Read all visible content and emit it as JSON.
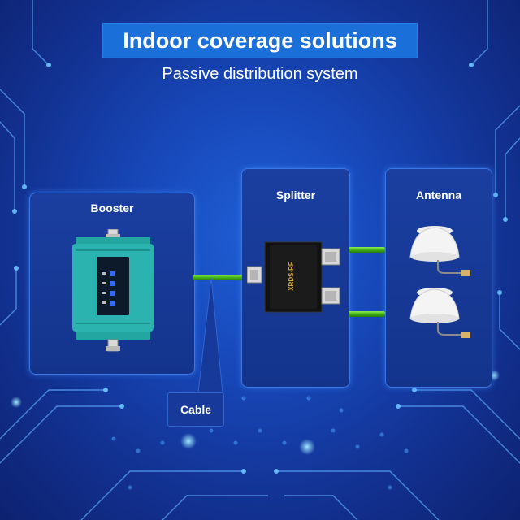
{
  "header": {
    "title": "Indoor coverage solutions",
    "subtitle": "Passive distribution system"
  },
  "panels": {
    "booster": {
      "label": "Booster"
    },
    "splitter": {
      "label": "Splitter",
      "device_text": "XRDS-RF"
    },
    "antenna": {
      "label": "Antenna"
    }
  },
  "cable": {
    "label": "Cable"
  },
  "colors": {
    "background": "#1747b8",
    "title_box": "#1a6fd8",
    "panel": "#1a3fa0",
    "cable_green": "#3fae18",
    "booster_teal": "#2bb3b0"
  },
  "icons": [
    "booster-device-icon",
    "splitter-device-icon",
    "ceiling-antenna-icon",
    "circuit-board-pattern"
  ]
}
